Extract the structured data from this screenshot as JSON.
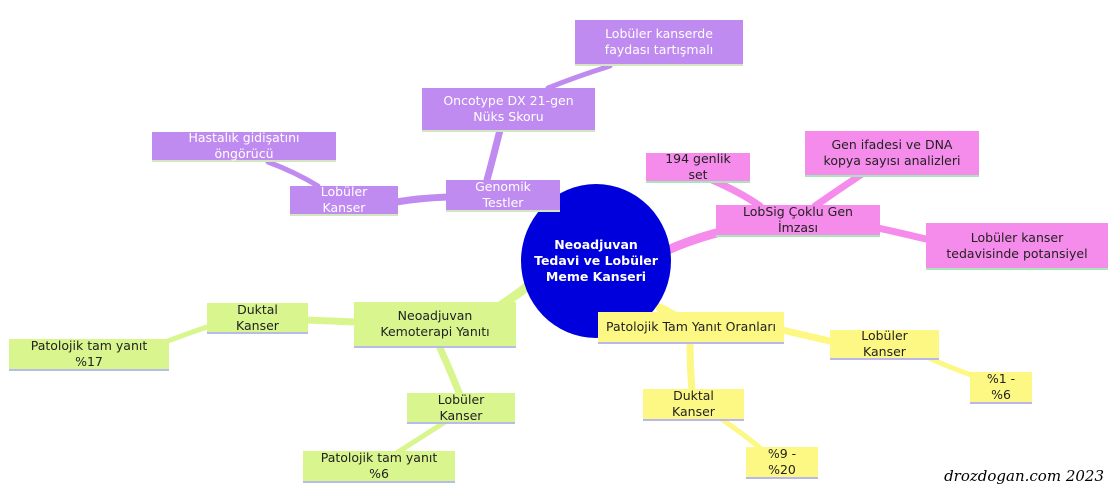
{
  "root": {
    "label": "Neoadjuvan Tedavi ve Lobüler Meme Kanseri"
  },
  "branches": {
    "genomik": {
      "color": "#c08bf0",
      "title": "Genomik Testler",
      "lobuler": "Lobüler Kanser",
      "hastalik": "Hastalık gidişatını öngörücü",
      "oncotype": "Oncotype DX 21-gen Nüks Skoru",
      "faydasi": "Lobüler kanserde faydası tartışmalı"
    },
    "lobsig": {
      "color": "#f58bea",
      "title": "LobSig Çoklu Gen İmzası",
      "set": "194 genlik set",
      "analiz": "Gen ifadesi ve DNA kopya sayısı analizleri",
      "potansiyel": "Lobüler kanser tedavisinde potansiyel"
    },
    "patolojik": {
      "color": "#fcf883",
      "title": "Patolojik Tam Yanıt Oranları",
      "lobuler": "Lobüler Kanser",
      "lobuler_rate": "%1 - %6",
      "duktal": "Duktal Kanser",
      "duktal_rate": "%9 - %20"
    },
    "kemoterapi": {
      "color": "#d8f58e",
      "title": "Neoadjuvan Kemoterapi Yanıtı",
      "duktal": "Duktal Kanser",
      "duktal_rate": "Patolojik tam yanıt %17",
      "lobuler": "Lobüler Kanser",
      "lobuler_rate": "Patolojik tam yanıt %6"
    }
  },
  "watermark": "drozdogan.com 2023"
}
